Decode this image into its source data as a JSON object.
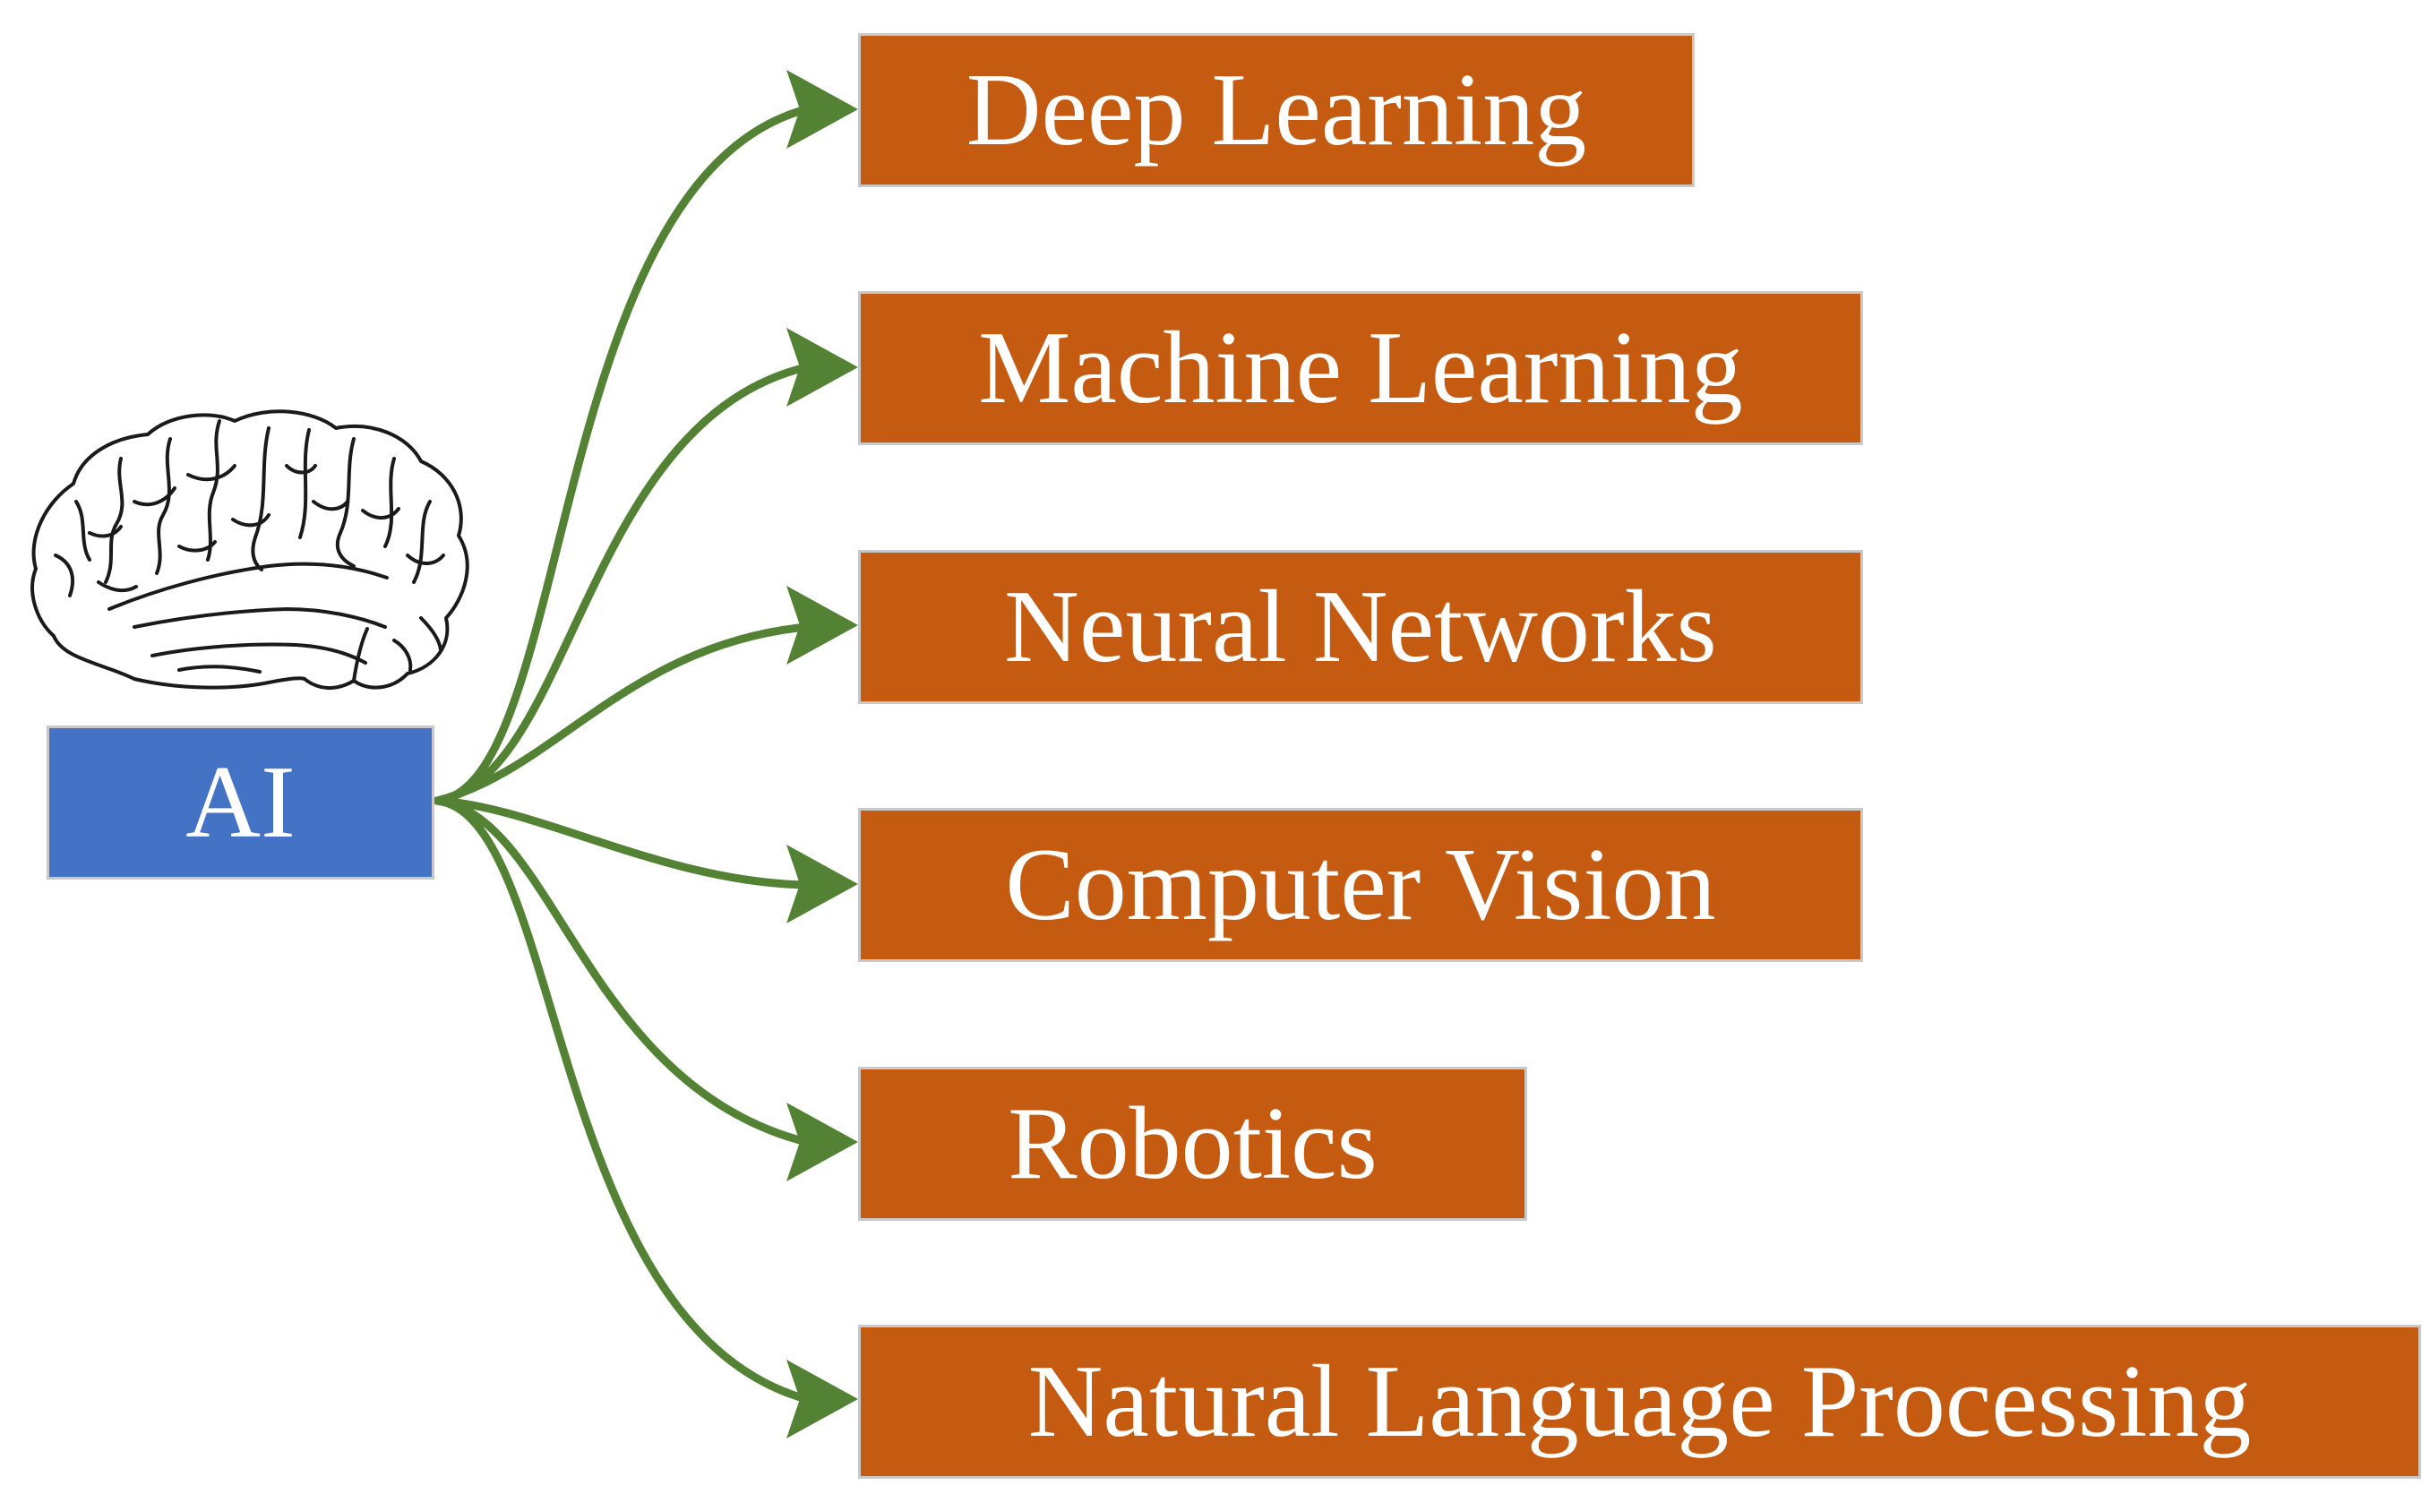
{
  "root": {
    "label": "AI",
    "color": "#4472c4",
    "icon": "brain-icon"
  },
  "topics": [
    {
      "id": "deep-learning",
      "label": "Deep Learning"
    },
    {
      "id": "machine-learning",
      "label": "Machine Learning"
    },
    {
      "id": "neural-networks",
      "label": "Neural Networks"
    },
    {
      "id": "computer-vision",
      "label": "Computer Vision"
    },
    {
      "id": "robotics",
      "label": "Robotics"
    },
    {
      "id": "natural-language-processing",
      "label": "Natural Language Processing"
    }
  ],
  "colors": {
    "topic_fill": "#c55a11",
    "arrow": "#548235",
    "box_border": "#c9c9c9",
    "text": "#ffffff"
  }
}
